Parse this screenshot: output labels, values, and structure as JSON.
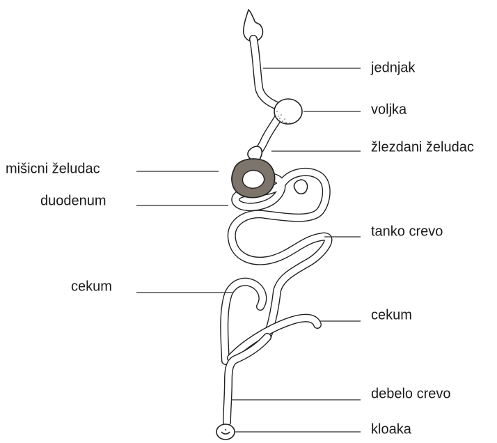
{
  "labels": {
    "esophagus": "jednjak",
    "crop": "voljka",
    "proventriculus": "žlezdani želudac",
    "gizzard": "mišicni želudac",
    "duodenum": "duodenum",
    "small_intestine": "tanko crevo",
    "cecum_left": "cekum",
    "cecum_right": "cekum",
    "large_intestine": "debelo crevo",
    "cloaca": "kloaka"
  },
  "colors": {
    "gizzard_fill": "#7d746b",
    "outline": "#222222",
    "text": "#1a1a1a"
  }
}
